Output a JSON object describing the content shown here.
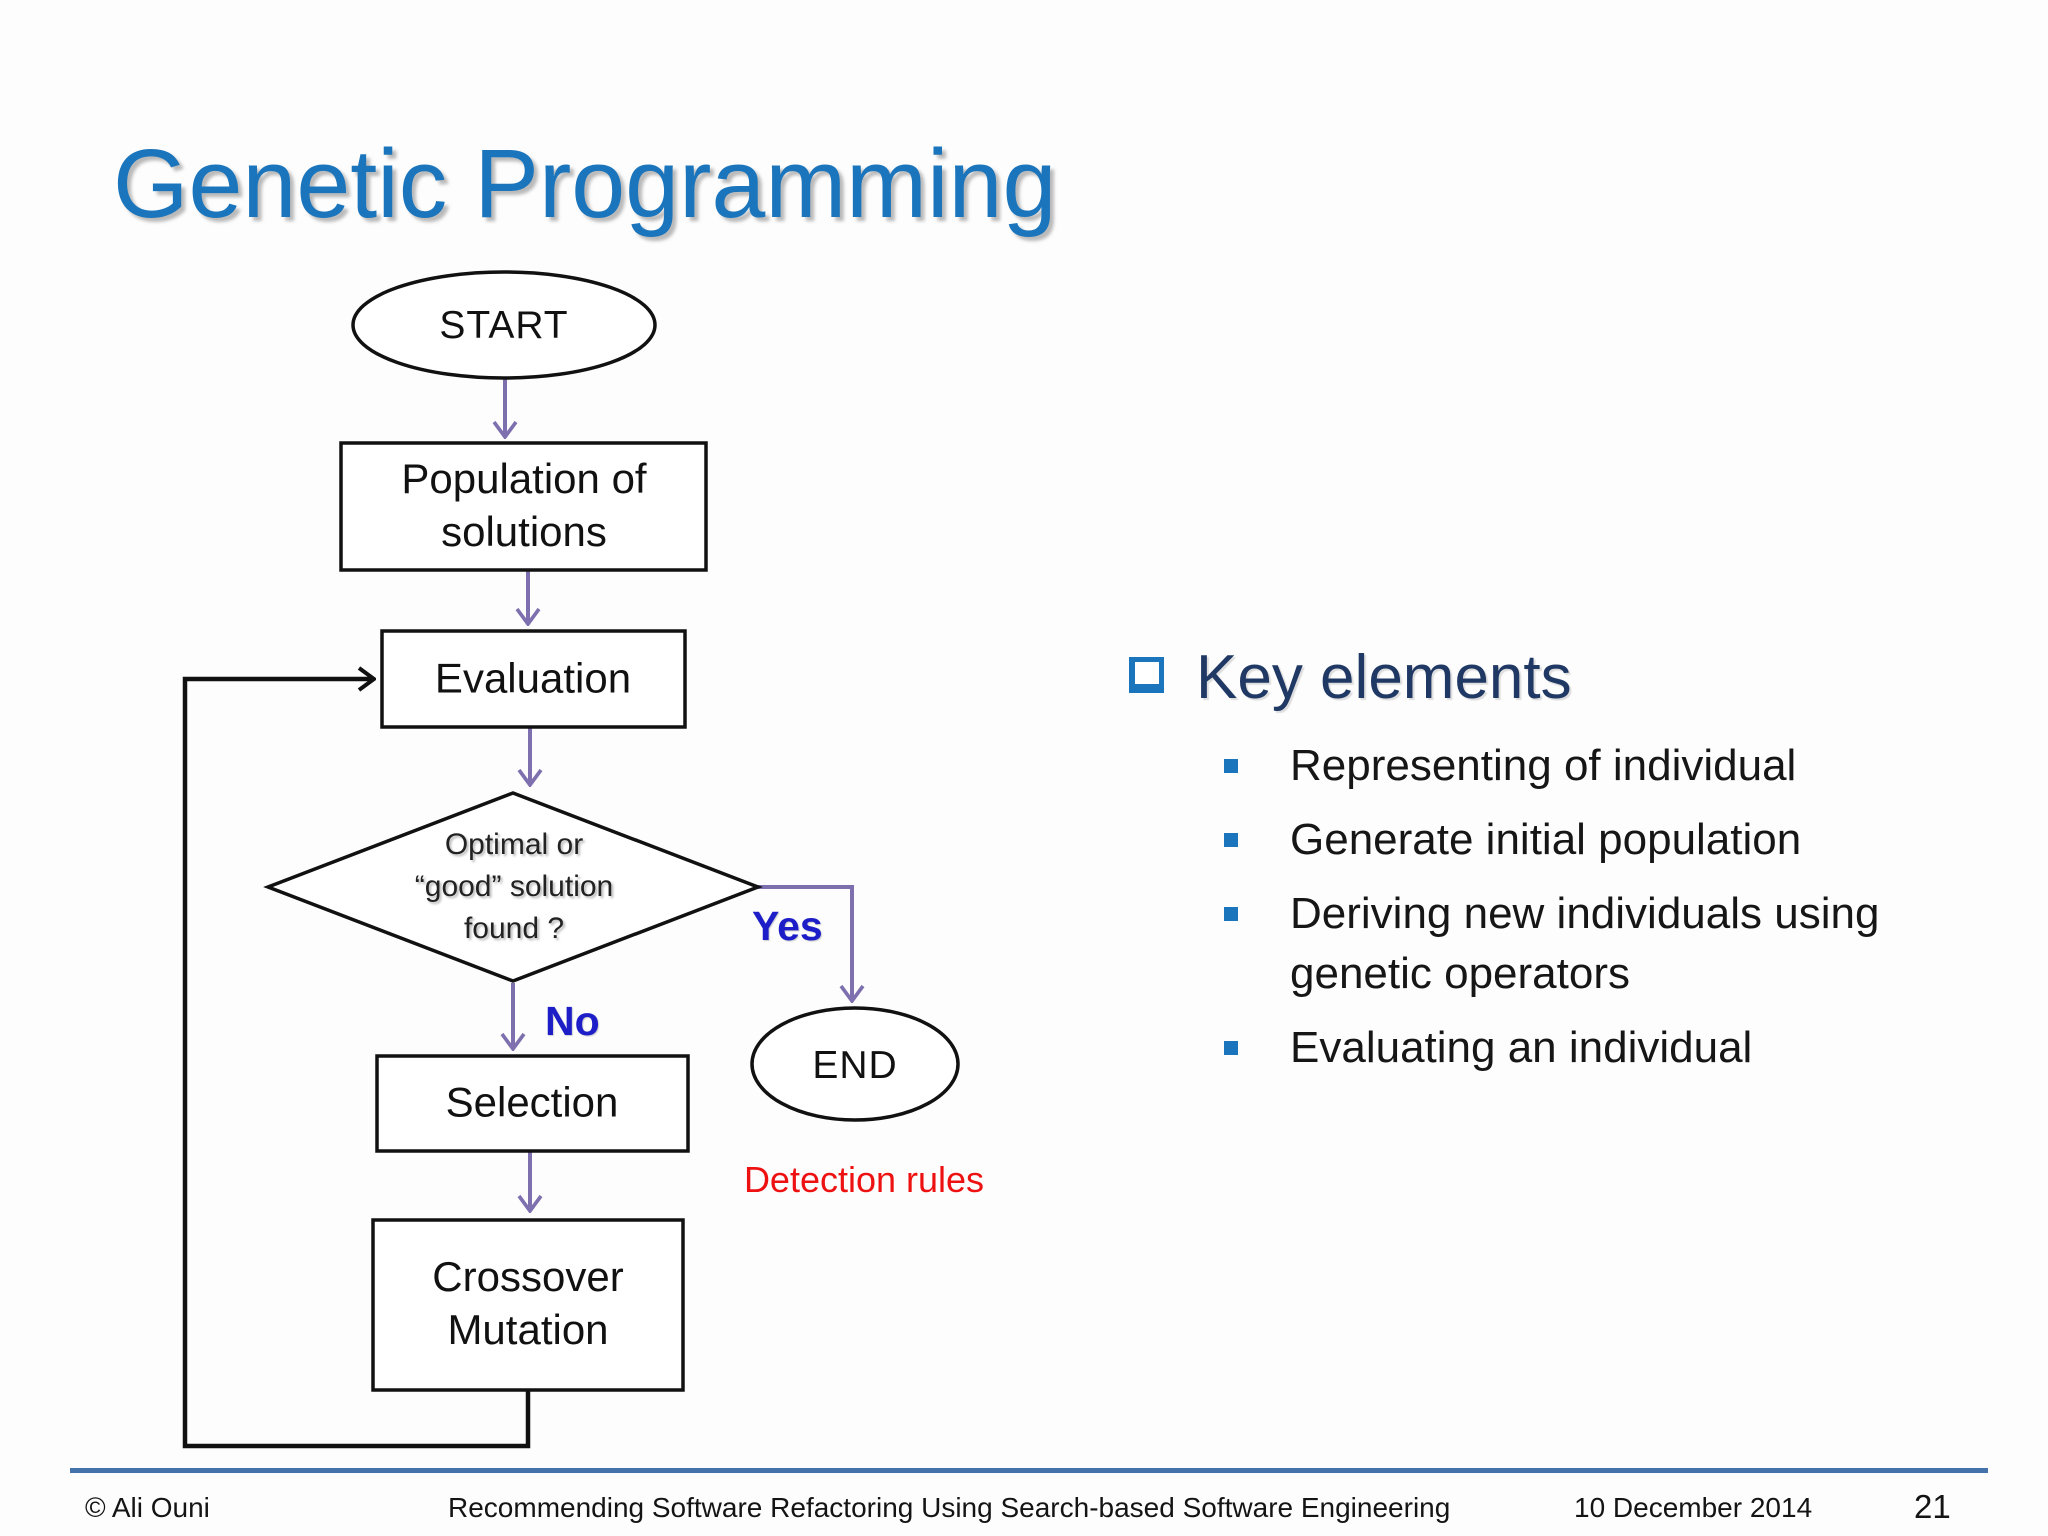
{
  "slide": {
    "title": "Genetic Programming",
    "flowchart": {
      "start_label": "START",
      "population_label": "Population of\nsolutions",
      "evaluation_label": "Evaluation",
      "decision_label": "Optimal or\n“good” solution\nfound ?",
      "selection_label": "Selection",
      "crossover_label": "Crossover\nMutation",
      "end_label": "END",
      "yes_label": "Yes",
      "no_label": "No",
      "detection_label": "Detection rules"
    },
    "key_elements": {
      "header": "Key elements",
      "items": [
        "Representing of individual",
        "Generate initial population",
        "Deriving new individuals using genetic operators",
        "Evaluating an individual"
      ]
    },
    "footer": {
      "copyright": "© Ali Ouni",
      "center_title": "Recommending Software Refactoring Using Search-based Software Engineering",
      "date": "10 December 2014",
      "page_number": "21"
    },
    "colors": {
      "title_blue": "#1B75BC",
      "header_navy": "#1F3864",
      "bullet_blue": "#1B75BC",
      "arrow_purple": "#7E6FAE",
      "branch_label_blue": "#1E1EC8",
      "detection_red": "#EE1111",
      "footer_line_blue": "#4473AC",
      "shape_stroke": "#111111"
    }
  }
}
